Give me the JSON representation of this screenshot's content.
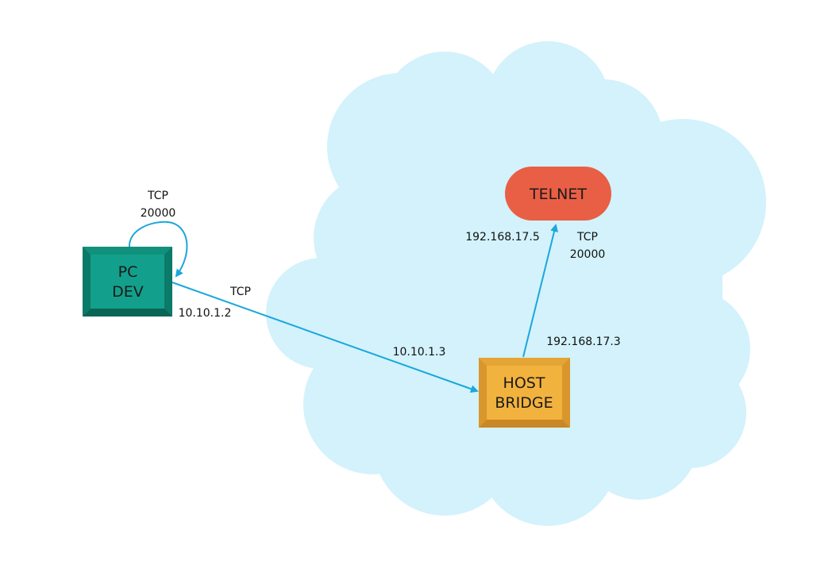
{
  "nodes": {
    "pc_dev": {
      "line1": "PC",
      "line2": "DEV"
    },
    "host_bridge": {
      "line1": "HOST",
      "line2": "BRIDGE"
    },
    "telnet": {
      "label": "TELNET"
    }
  },
  "labels": {
    "loop_proto": "TCP",
    "loop_port": "20000",
    "link_proto": "TCP",
    "pc_ip": "10.10.1.2",
    "bridge_lan_ip": "10.10.1.3",
    "bridge_wan_ip": "192.168.17.3",
    "telnet_ip": "192.168.17.5",
    "telnet_proto": "TCP",
    "telnet_port": "20000"
  },
  "colors": {
    "cloud": "#d3f2fb",
    "pc_face": "#12a08c",
    "pc_edge": "#0b7a68",
    "bridge_face": "#f2b23e",
    "bridge_edge": "#d9962c",
    "telnet": "#e95f45",
    "arrow": "#1aa7dc"
  }
}
